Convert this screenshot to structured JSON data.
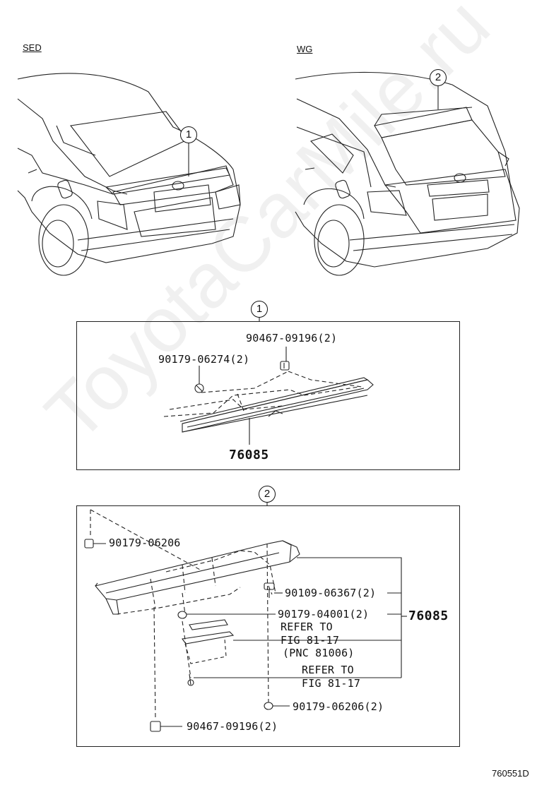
{
  "variants": {
    "sedan": "SED",
    "wagon": "WG"
  },
  "callouts": {
    "one": "1",
    "two": "2"
  },
  "detail_1": {
    "parts": [
      {
        "label": "90467-09196(2)"
      },
      {
        "label": "90179-06274(2)"
      },
      {
        "label": "76085"
      }
    ]
  },
  "detail_2": {
    "parts": [
      {
        "label": "90179-06206"
      },
      {
        "label": "90109-06367(2)"
      },
      {
        "label": "90179-04001(2)"
      },
      {
        "label": "REFER TO"
      },
      {
        "label": "FIG 81-17"
      },
      {
        "label": "(PNC 81006)"
      },
      {
        "label": "REFER TO"
      },
      {
        "label": "FIG 81-17"
      },
      {
        "label": "90179-06206(2)"
      },
      {
        "label": "90467-09196(2)"
      }
    ],
    "assembly_label": "76085"
  },
  "figure_code": "760551D",
  "watermark": "ToyotaCarMile.ru"
}
